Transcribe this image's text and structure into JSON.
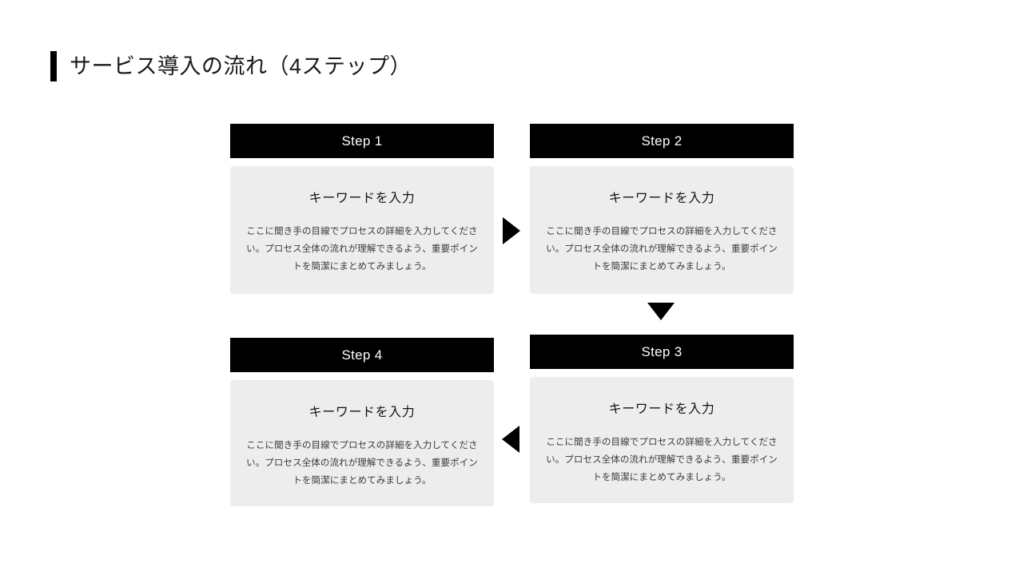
{
  "slide": {
    "title": "サービス導入の流れ（4ステップ）",
    "background_color": "#FFFFFF",
    "accent_color": "#000000",
    "card_body_color": "#EDEDED"
  },
  "steps": [
    {
      "id": "step1",
      "header_label": "Step 1",
      "keyword": "キーワードを入力",
      "description": "ここに聞き手の目線でプロセスの詳細を入力してください。プロセス全体の流れが理解できるよう、重要ポイントを簡潔にまとめてみましょう。"
    },
    {
      "id": "step2",
      "header_label": "Step 2",
      "keyword": "キーワードを入力",
      "description": "ここに聞き手の目線でプロセスの詳細を入力してください。プロセス全体の流れが理解できるよう、重要ポイントを簡潔にまとめてみましょう。"
    },
    {
      "id": "step3",
      "header_label": "Step 3",
      "keyword": "キーワードを入力",
      "description": "ここに聞き手の目線でプロセスの詳細を入力してください。プロセス全体の流れが理解できるよう、重要ポイントを簡潔にまとめてみましょう。"
    },
    {
      "id": "step4",
      "header_label": "Step 4",
      "keyword": "キーワードを入力",
      "description": "ここに聞き手の目線でプロセスの詳細を入力してください。プロセス全体の流れが理解できるよう、重要ポイントを簡潔にまとめてみましょう。"
    }
  ],
  "arrows": [
    {
      "name": "arrow-right-icon",
      "direction": "right",
      "from": "step1",
      "to": "step2"
    },
    {
      "name": "arrow-down-icon",
      "direction": "down",
      "from": "step2",
      "to": "step3"
    },
    {
      "name": "arrow-left-icon",
      "direction": "left",
      "from": "step3",
      "to": "step4"
    }
  ]
}
